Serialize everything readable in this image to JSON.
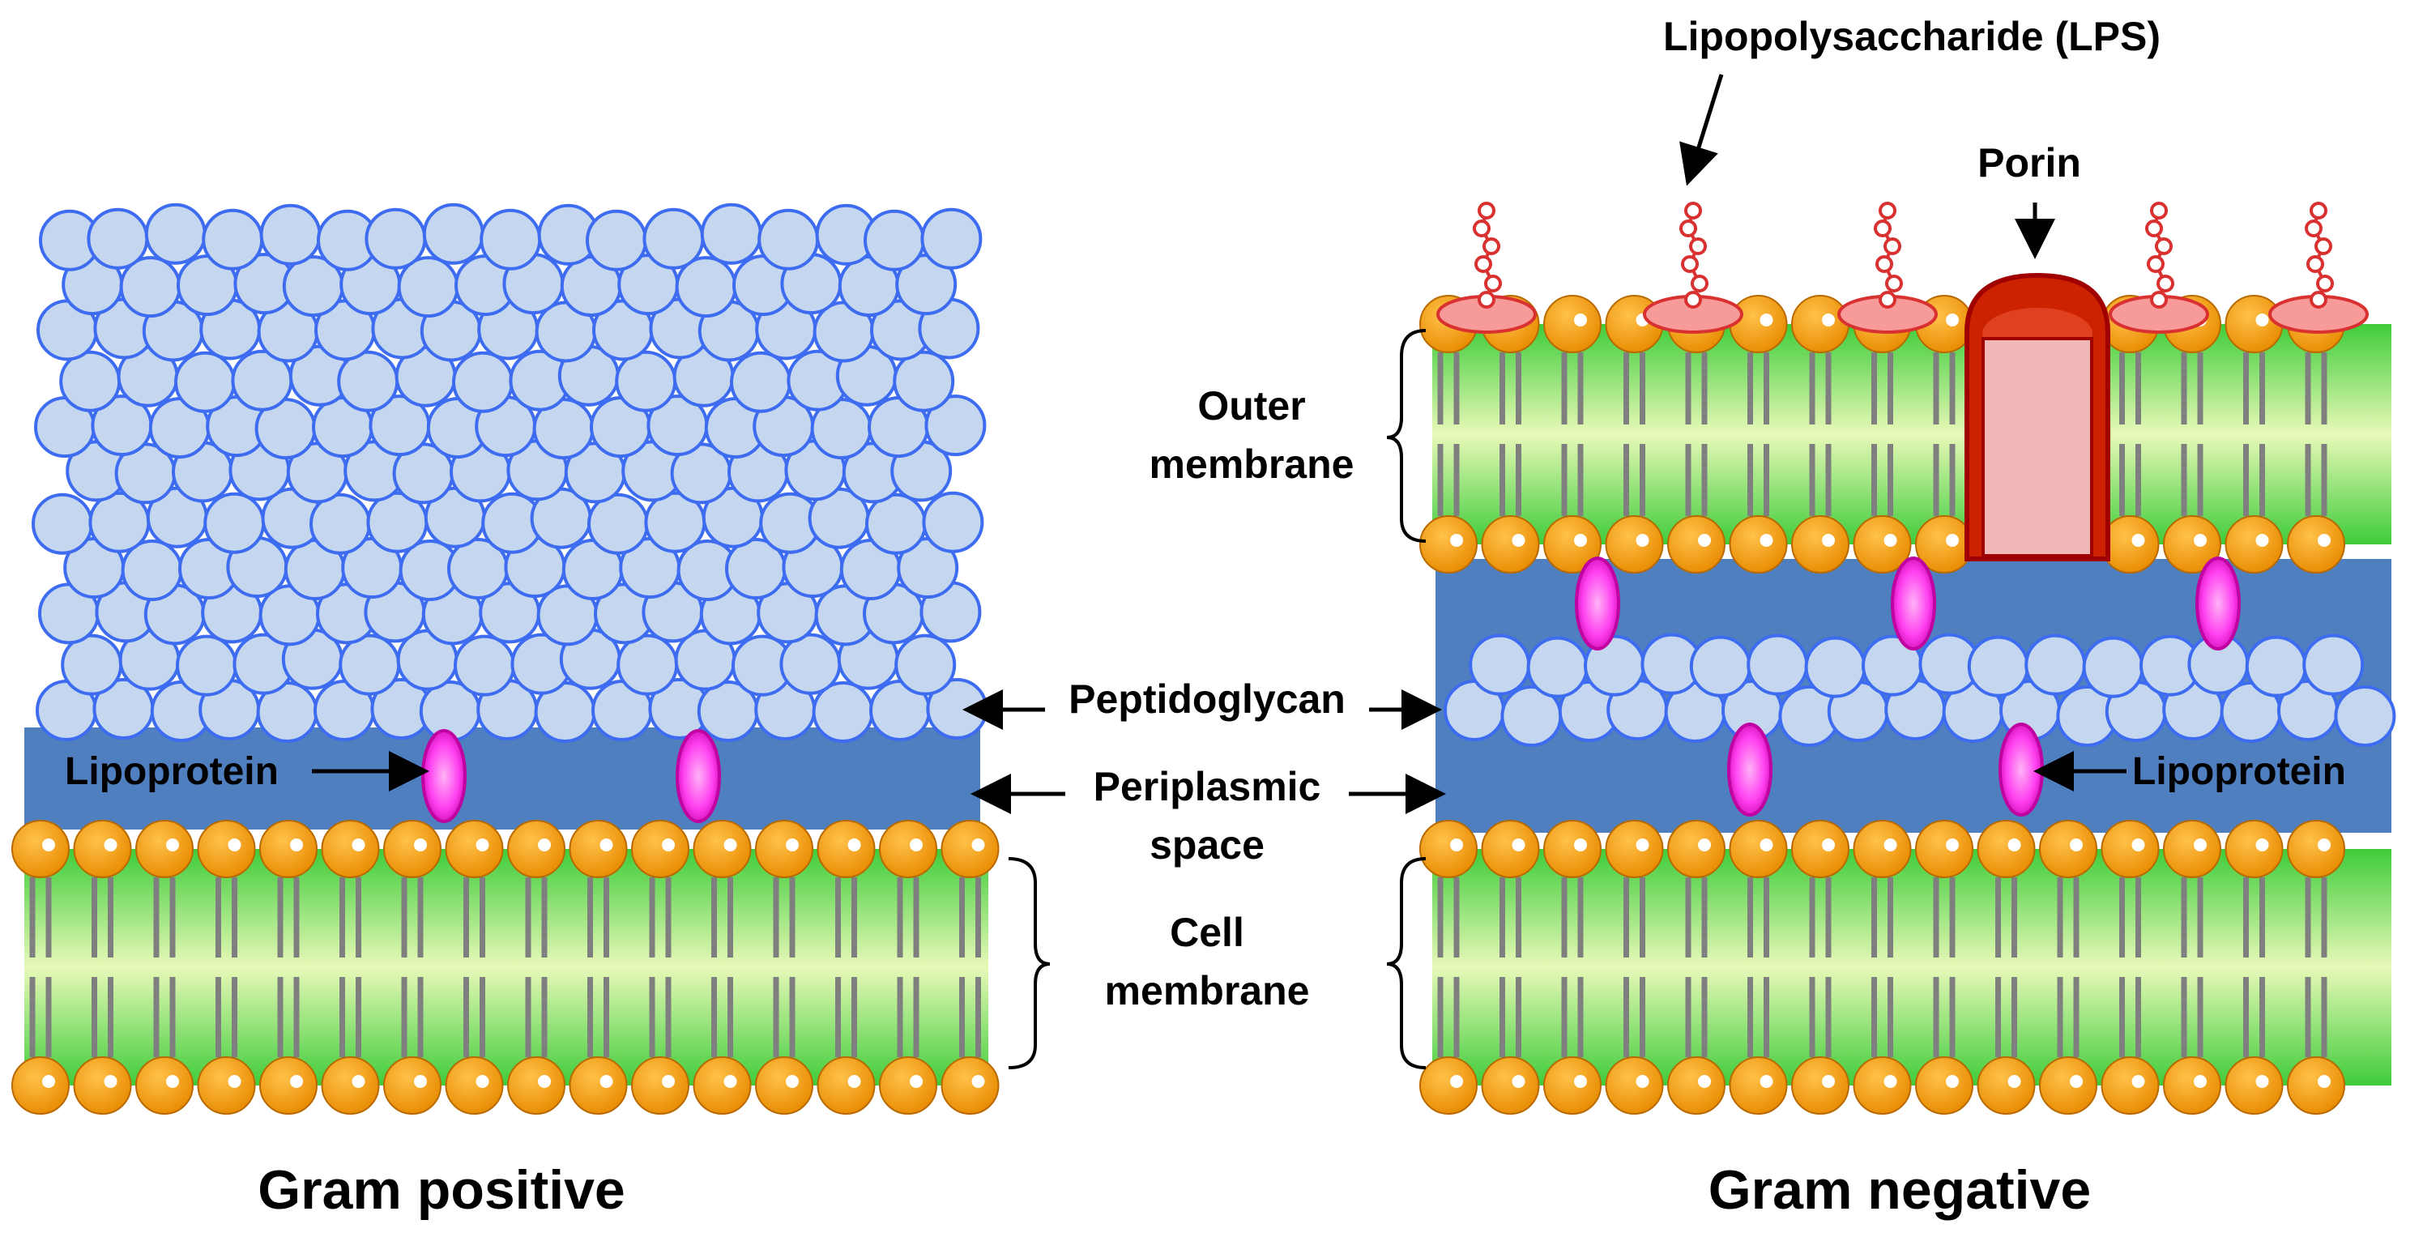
{
  "labels": {
    "lps": "Lipopolysaccharide (LPS)",
    "porin": "Porin",
    "outer_membrane_line1": "Outer",
    "outer_membrane_line2": "membrane",
    "peptidoglycan": "Peptidoglycan",
    "periplasmic_line1": "Periplasmic",
    "periplasmic_line2": "space",
    "cell_membrane_line1": "Cell",
    "cell_membrane_line2": "membrane",
    "lipoprotein_left": "Lipoprotein",
    "lipoprotein_right": "Lipoprotein"
  },
  "captions": {
    "left": "Gram positive",
    "right": "Gram negative"
  },
  "colors": {
    "peptidoglycan_fill": "#c5d6ef",
    "peptidoglycan_stroke": "#3d6cf0",
    "periplasm": "#4f7fbf",
    "membrane_green_light": "#e8f9b8",
    "membrane_green_dark": "#3fcc3a",
    "lipid_head": "#f39a00",
    "lipid_tail": "#7f7f7f",
    "lipoprotein": "#ff3ff0",
    "lps_chain": "#d93030",
    "lps_base": "#f79a9a",
    "porin": "#cc2200",
    "porin_inner": "#f2b8b8"
  }
}
